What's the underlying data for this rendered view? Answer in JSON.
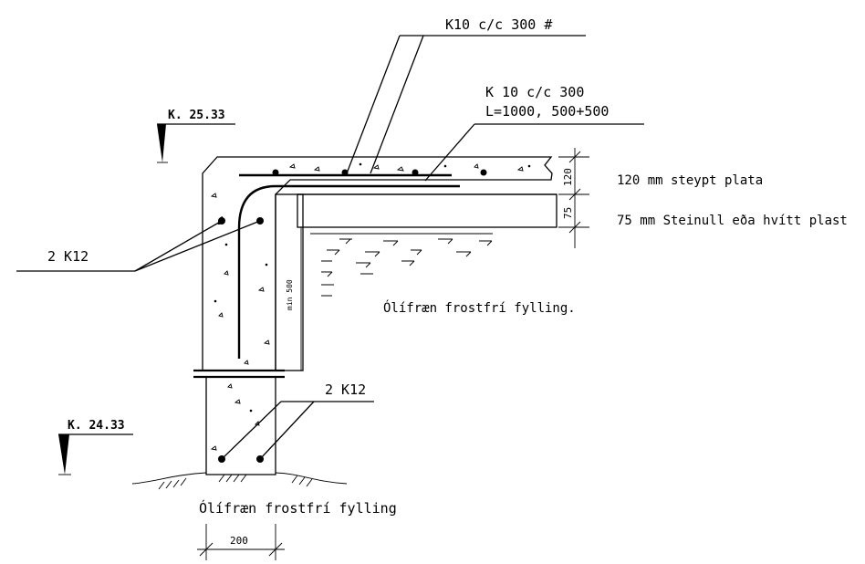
{
  "labels": {
    "top_rebar": "K10 c/c 300 #",
    "slab_rebar_line1": "K 10 c/c 300",
    "slab_rebar_line2": "L=1000, 500+500",
    "level_upper": "K. 25.33",
    "level_lower": "K. 24.33",
    "wall_bars": "2 K12",
    "footing_bars": "2 K12",
    "slab_desc": "120 mm steypt plata",
    "insulation_desc": "75 mm Steinull eða hvítt plast",
    "fill_inner": "Ólífræn frostfrí fylling.",
    "fill_bottom": "Ólífræn frostfrí fylling",
    "wall_width": "200",
    "slab_thickness": "120",
    "insulation_thickness": "75",
    "vertical_insulation_note": "min 500"
  },
  "icons": {
    "level_marker": "level-triangle-icon",
    "ground_hatch": "ground-hatch-icon",
    "insulation_pattern": "insulation-zigzag-icon"
  }
}
